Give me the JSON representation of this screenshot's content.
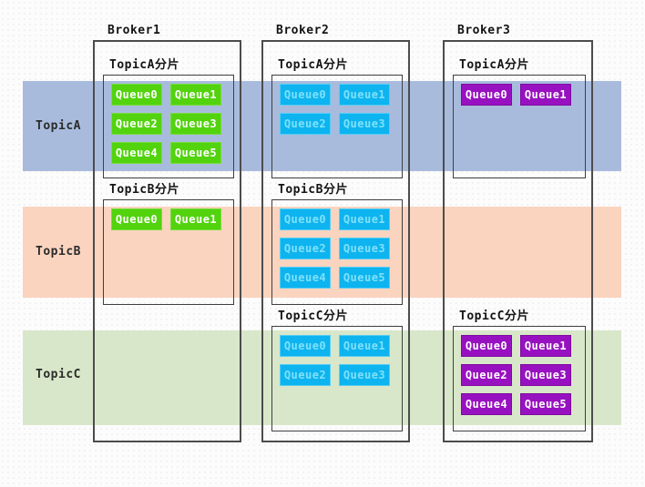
{
  "diagram": {
    "topics": [
      {
        "id": "TopicA",
        "label": "TopicA",
        "band_color": "#a9bbdd"
      },
      {
        "id": "TopicB",
        "label": "TopicB",
        "band_color": "#fad4bf"
      },
      {
        "id": "TopicC",
        "label": "TopicC",
        "band_color": "#d8e7c9"
      }
    ],
    "brokers": [
      {
        "label": "Broker1",
        "queue_fill": "#52d30e",
        "queue_text": "#ffffff",
        "queue_border": "#77dd3c",
        "shards": [
          {
            "topic": "TopicA",
            "label": "TopicA分片",
            "queues": [
              "Queue0",
              "Queue1",
              "Queue2",
              "Queue3",
              "Queue4",
              "Queue5"
            ]
          },
          {
            "topic": "TopicB",
            "label": "TopicB分片",
            "queues": [
              "Queue0",
              "Queue1"
            ]
          }
        ]
      },
      {
        "label": "Broker2",
        "queue_fill": "#0db4ef",
        "queue_text": "#7fe0fa",
        "queue_border": "#55cdf5",
        "shards": [
          {
            "topic": "TopicA",
            "label": "TopicA分片",
            "queues": [
              "Queue0",
              "Queue1",
              "Queue2",
              "Queue3"
            ]
          },
          {
            "topic": "TopicB",
            "label": "TopicB分片",
            "queues": [
              "Queue0",
              "Queue1",
              "Queue2",
              "Queue3",
              "Queue4",
              "Queue5"
            ]
          },
          {
            "topic": "TopicC",
            "label": "TopicC分片",
            "queues": [
              "Queue0",
              "Queue1",
              "Queue2",
              "Queue3"
            ]
          }
        ]
      },
      {
        "label": "Broker3",
        "queue_fill": "#9811c0",
        "queue_text": "#ffffff",
        "queue_border": "#7e0aa0",
        "shards": [
          {
            "topic": "TopicA",
            "label": "TopicA分片",
            "queues": [
              "Queue0",
              "Queue1"
            ]
          },
          {
            "topic": "TopicC",
            "label": "TopicC分片",
            "queues": [
              "Queue0",
              "Queue1",
              "Queue2",
              "Queue3",
              "Queue4",
              "Queue5"
            ]
          }
        ]
      }
    ]
  }
}
